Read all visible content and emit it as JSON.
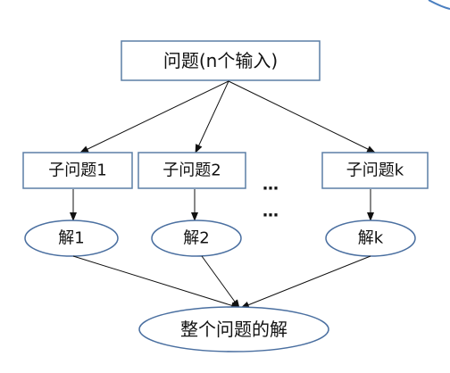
{
  "diagram": {
    "root": {
      "label": "问题(n个输入)"
    },
    "subproblems": [
      {
        "label": "子问题1"
      },
      {
        "label": "子问题2"
      },
      {
        "label": "子问题k"
      }
    ],
    "ellipsis": "…",
    "solutions": [
      {
        "label": "解1"
      },
      {
        "label": "解2"
      },
      {
        "label": "解k"
      }
    ],
    "final": {
      "label": "整个问题的解"
    }
  },
  "colors": {
    "box_border": "#5b7fa6",
    "oval_border": "#4a6fa0",
    "arrow": "#111111",
    "corner_accent": "#4a7fc0"
  }
}
